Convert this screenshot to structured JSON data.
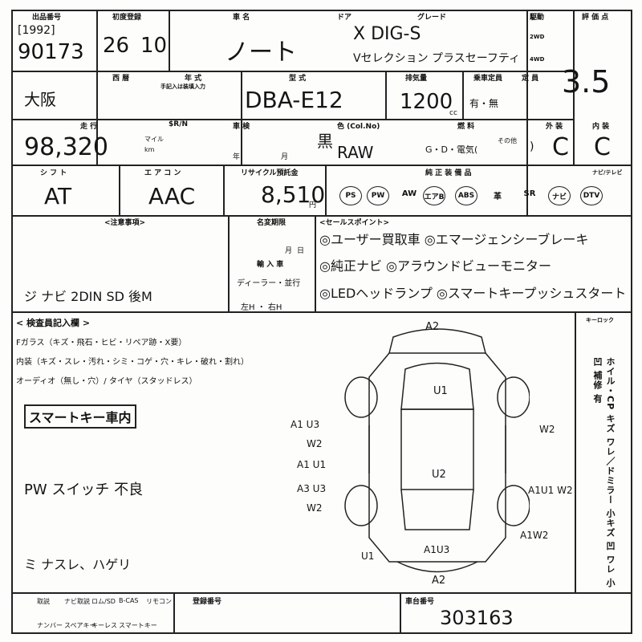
{
  "colors": {
    "ink": "#111111",
    "paper": "#fdfdfb"
  },
  "header": {
    "lot_label": "出品番号",
    "year_label": "初度登録",
    "name_label": "車 名",
    "door_label": "ドア",
    "grade_label": "グレード",
    "drive_label": "駆動",
    "score_label": "評 価 点",
    "nishi_label": "西 暦",
    "model_year_label": "年 式",
    "chassis_label": "型 式",
    "displacement_label": "排気量",
    "fuel_label": "燃 料",
    "capacity_label": "乗車定員",
    "capacity_label2": "定 員",
    "reg_label": "手記入は装填入力",
    "mileage_label": "走 行",
    "mileage_type_label": "$R/N",
    "inspection_label": "車 検",
    "color_label": "色 (Col.No)",
    "trans_label": "外 装",
    "int_label": "内 装",
    "shift_label": "シ フ ト",
    "ac_label": "エ ア コ ン",
    "recycle_label": "リサイクル預託金",
    "equip_label": "純 正 装 備 品",
    "navi_label": "ナビ/テレビ",
    "notes_label": "<注意事項>",
    "inspector_label": "< 検査員記入欄 >",
    "points_label": "<セールスポイント>",
    "key_label": "キーロック",
    "name_change_label": "名変期限",
    "import_label": "輸 入 車",
    "regno_label": "登録番号",
    "chassisno_label": "車台番号"
  },
  "values": {
    "year": "[1992]",
    "lot": "90173",
    "reg_year": "26",
    "reg_month": "10",
    "name": "ノート",
    "grade1": "X DIG-S",
    "grade2": "Vセレクション プラスセーフティ",
    "drive_2wd": "2WD",
    "drive_4wd": "4WD",
    "score": "3.5",
    "region": "大阪",
    "model": "DBA-E12",
    "displacement": "1200",
    "cc": "cc",
    "fuel_yn": "有・無",
    "mileage": "98,320",
    "mile_unit_1": "マイル",
    "mile_unit_2": "km",
    "year_suffix": "年",
    "month_suffix": "月",
    "color_code": "RAW",
    "color_name": "黒",
    "fuel_opts": "G・D・電気(",
    "fuel_other": "その他",
    "fuel_close": ")",
    "ext_grade": "C",
    "int_grade": "C",
    "shift": "AT",
    "ac": "AAC",
    "recycle": "8,510",
    "yen": "円",
    "name_change_month": "月",
    "name_change_day": "日",
    "dealer": "ディーラー・並行",
    "steering": "左H ・ 右H",
    "navi_note": "ジ ナビ 2DIN SD 後M"
  },
  "equipment": [
    "PS",
    "PW",
    "AW",
    "エアB",
    "ABS",
    "革",
    "SR",
    "ナビ",
    "DTV"
  ],
  "sales_points": [
    "◎ユーザー買取車 ◎エマージェンシーブレーキ",
    "◎純正ナビ ◎アラウンドビューモニター",
    "◎LEDヘッドランプ ◎スマートキープッシュスタート"
  ],
  "inspector_lines": [
    "Fガラス（キズ・飛石・ヒビ・リペア跡・X要）",
    "内装（キズ・スレ・汚れ・シミ・コゲ・穴・キレ・破れ・割れ）",
    "オーディオ（無し・穴）/ タイヤ（スタッドレス）"
  ],
  "inspector_notes": {
    "smartkey": "スマートキー車内",
    "pw": "PW スイッチ 不良",
    "misc": "ミ ナスレ、ハゲリ"
  },
  "diagram": {
    "top": "A2",
    "u1": "U1",
    "u2": "U2",
    "left1": "A1 U3",
    "left1b": "W2",
    "left2": "A1 U1",
    "left3": "A3 U3",
    "left3b": "W2",
    "right1": "W2",
    "right2": "A1U1 W2",
    "right3": "A1W2",
    "bottom": "A1U3",
    "bottomA2": "A2",
    "bl": "U1"
  },
  "side_col": {
    "text": "ホイル・CP キズ ワレ／ドミラー 小キズ 凹 ワレ 小凹 補修 有"
  },
  "footer": {
    "cells": [
      "取説",
      "ナビ取説",
      "ロム/SD",
      "B-CAS",
      "リモコン",
      "ナンバー",
      "スペアキー",
      "キーレス",
      "スマートキー"
    ],
    "chassis_no": "303163"
  }
}
